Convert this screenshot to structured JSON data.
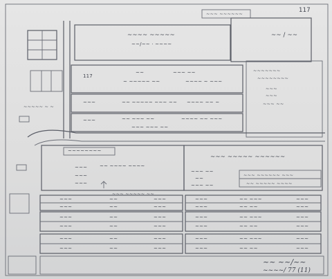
{
  "sheet_number": "117",
  "header_note": "~~~ ~~~~~~",
  "top_block": {
    "line1": "~~~~ ~~~~~",
    "line2": "~~/~~ · ~~~~"
  },
  "side_note": "~~ / ~~",
  "right_notes": {
    "line1": "~~~~~~~",
    "line2": "~~~~~~~~",
    "line3": "~~~",
    "line4": "~~~",
    "line5": "~~~ ~~"
  },
  "row1": {
    "a": "117",
    "b": "~~",
    "c": "~~~ ~~",
    "d": "~ ~~~~~ ~~",
    "e": "~~~~ ~ ~~~"
  },
  "row2": {
    "a": "~~~",
    "b": "~~ ~~~~~ ~~~ ~~",
    "c": "~~~~ ~~ ~"
  },
  "row3": {
    "a": "~~~",
    "b": "~~ ~~~ ~~",
    "c": "~~~~ ~~ ~~~",
    "d": "~~~ ~~~ ~~"
  },
  "left_label": "~~~~~ ~ ~",
  "mid_left": {
    "tag": "~~~~~~~~",
    "a": "~~~",
    "b": "~~ ~~~~ ~~~~",
    "c": "~~~",
    "d": "~~~"
  },
  "mid_right": {
    "head": "~~~ ~~~~~ ~~~~~~",
    "a": "~~~ ~~",
    "b": "~~",
    "c": "~~~ ~~",
    "box1": "~~~ ~~~~~~ ~~~",
    "box2": "~~ ~~~~~ ~~~~"
  },
  "divider_note": "~~~ ~~~~~ ~~",
  "lower_rows": [
    {
      "a": "~~~",
      "b": "~~",
      "c": "~~~",
      "d": "~~~",
      "e": "~~ ~~~",
      "f": "~~~"
    },
    {
      "a": "~~~",
      "b": "~~",
      "c": "~~~",
      "d": "~~~",
      "e": "~~ ~~",
      "f": "~~~"
    },
    {
      "a": "~~~",
      "b": "~~",
      "c": "~~~",
      "d": "~~~",
      "e": "~~ ~~~",
      "f": "~~~"
    },
    {
      "a": "~~~",
      "b": "~~",
      "c": "~~~",
      "d": "~~~",
      "e": "~~ ~~",
      "f": "~~~"
    },
    {
      "a": "~~~",
      "b": "~~",
      "c": "~~~",
      "d": "~~~",
      "e": "~~ ~~~",
      "f": "~~~"
    },
    {
      "a": "~~~",
      "b": "~~",
      "c": "~~~",
      "d": "~~~",
      "e": "~~ ~~",
      "f": "~~~"
    }
  ],
  "signature": "~~ ~~/~~",
  "signature_ref": "~~~~/ 77 (11)"
}
